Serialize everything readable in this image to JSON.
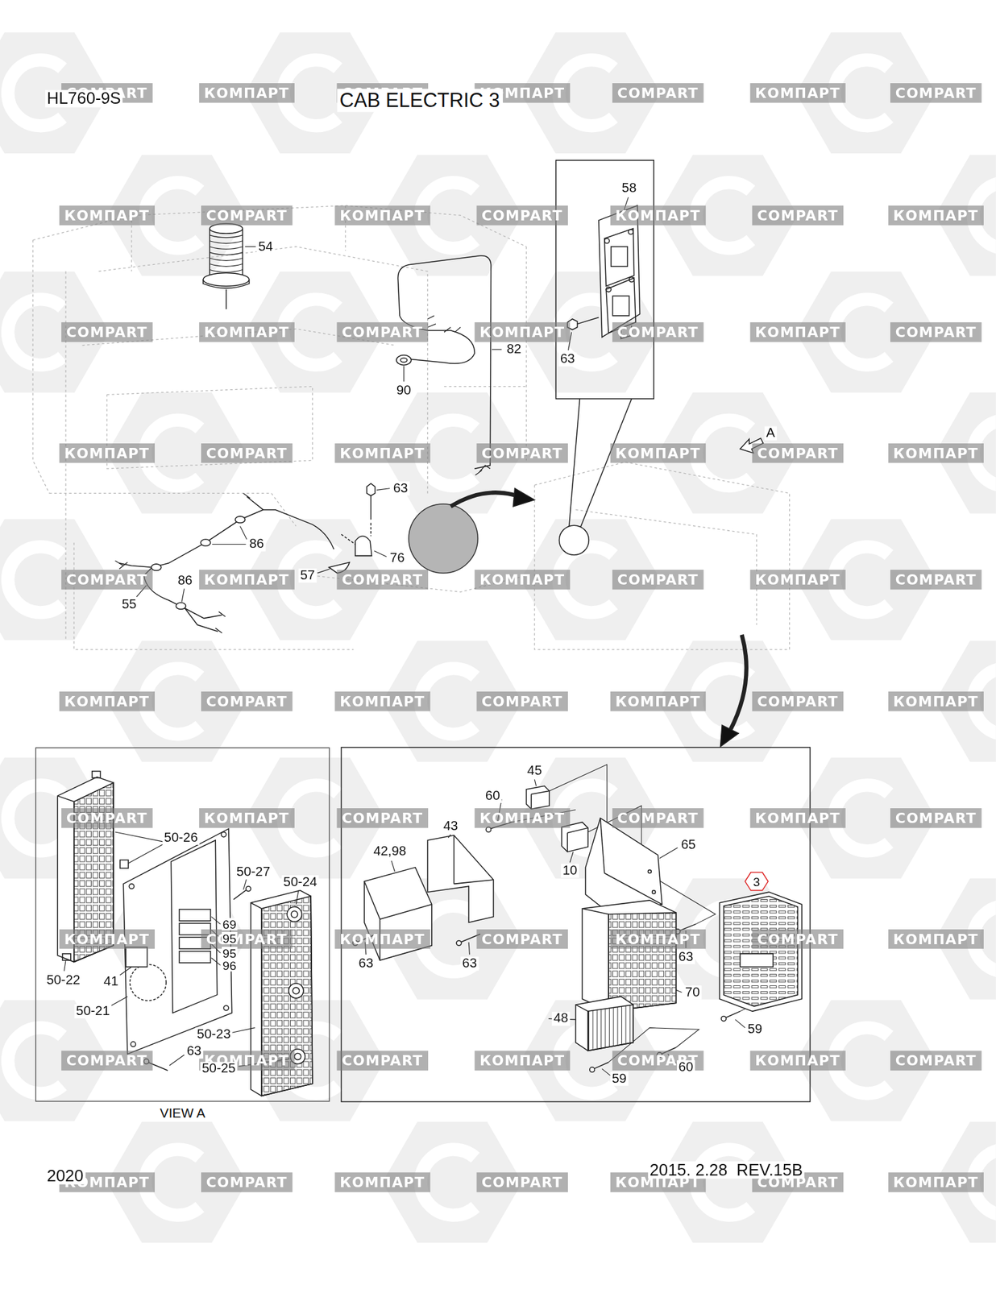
{
  "diagram": {
    "title": "CAB ELECTRIC 3",
    "nodes": [
      {
        "text": [
          "VIEW A"
        ]
      }
    ],
    "labels": [
      "HL760-9S",
      "58",
      "54",
      "63",
      "82",
      "90",
      "A",
      "63",
      "86",
      "76",
      "57",
      "86",
      "55",
      "45",
      "60",
      "43",
      "50-26",
      "42,98",
      "65",
      "50-27",
      "50-24",
      "10",
      "3",
      "69",
      "95",
      "95",
      "96",
      "63",
      "63",
      "63",
      "50-22",
      "41",
      "70",
      "50-21",
      "48",
      "59",
      "50-23",
      "63",
      "50-25",
      "60",
      "59",
      "2020",
      "2015. 2.28  REV.15B",
      "COMPART",
      "КОМПАРТ",
      "COMPART",
      "КОМПАРТ",
      "COMPART",
      "КОМПАРТ",
      "COMPART",
      "КОМПАРТ",
      "COMPART",
      "КОМПАРТ",
      "COMPART",
      "КОМПАРТ",
      "COMPART",
      "КОМПАРТ",
      "COMPART",
      "КОМПАРТ",
      "COMPART",
      "КОМПАРТ",
      "COMPART",
      "КОМПАРТ",
      "COMPART",
      "КОМПАРТ",
      "COMPART",
      "КОМПАРТ",
      "COMPART",
      "КОМПАРТ",
      "COMPART",
      "КОМПАРТ",
      "COMPART",
      "КОМПАРТ",
      "COMPART",
      "КОМПАРТ",
      "COMPART",
      "КОМПАРТ",
      "COMPART",
      "КОМПАРТ",
      "COMPART",
      "КОМПАРТ",
      "COMPART",
      "КОМПАРТ",
      "COMPART",
      "КОМПАРТ",
      "COMPART",
      "КОМПАРТ",
      "COMPART",
      "КОМПАРТ",
      "COMPART",
      "КОМПАРТ",
      "COMPART",
      "КОМПАРТ",
      "COMPART",
      "КОМПАРТ",
      "COMPART",
      "КОМПАРТ",
      "COMPART",
      "КОМПАРТ",
      "COMPART",
      "КОМПАРТ",
      "COMPART",
      "КОМПАРТ",
      "COMPART",
      "КОМПАРТ",
      "COMPART",
      "КОМПАРТ",
      "COMPART",
      "КОМПАРТ",
      "COMPART",
      "КОМПАРТ",
      "COMPART",
      "КОМПАРТ"
    ]
  }
}
